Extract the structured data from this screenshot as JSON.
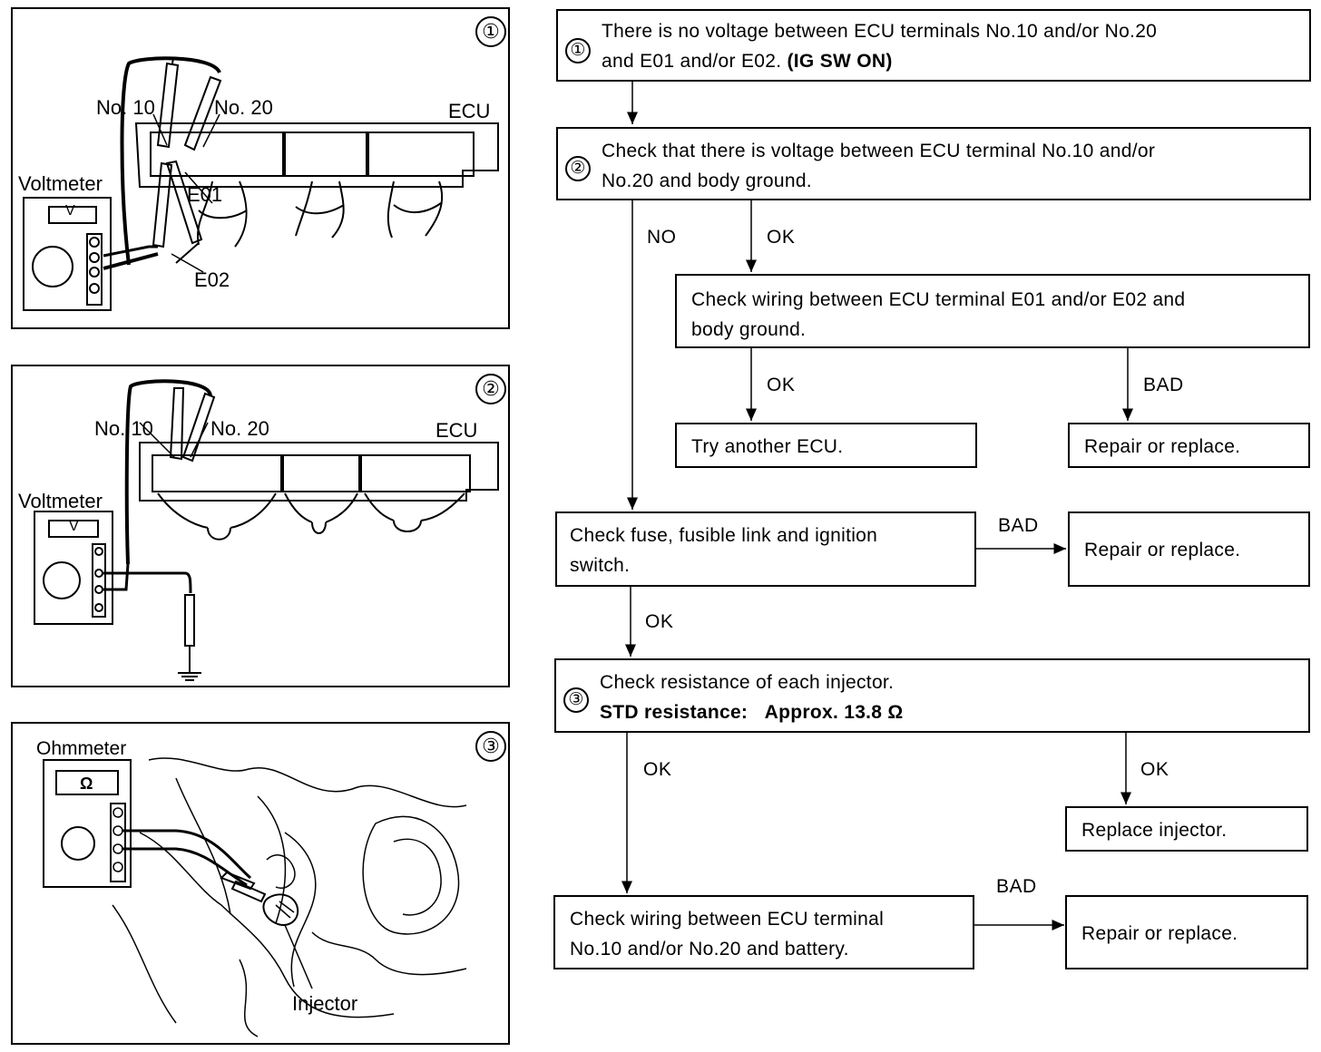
{
  "panels": [
    {
      "num": "①",
      "labels": {
        "no10": "No. 10",
        "no20": "No. 20",
        "ecu": "ECU",
        "meter": "Voltmeter",
        "meter_symbol": "V",
        "e01": "E01",
        "e02": "E02"
      }
    },
    {
      "num": "②",
      "labels": {
        "no10": "No. 10",
        "no20": "No. 20",
        "ecu": "ECU",
        "meter": "Voltmeter",
        "meter_symbol": "V"
      }
    },
    {
      "num": "③",
      "labels": {
        "meter": "Ohmmeter",
        "meter_symbol": "Ω",
        "injector": "Injector"
      }
    }
  ],
  "flow": {
    "box1": {
      "num": "①",
      "line1": "There is no voltage between ECU terminals No.10 and/or No.20",
      "line2": "and E01 and/or E02.",
      "line2_bold": "(IG SW ON)"
    },
    "box2": {
      "num": "②",
      "line1": "Check that there is voltage between ECU terminal No.10 and/or",
      "line2": "No.20 and body ground."
    },
    "box3": {
      "line1": "Check wiring between ECU terminal E01 and/or E02 and",
      "line2": "body ground."
    },
    "box4": {
      "text": "Try another ECU."
    },
    "box5": {
      "text": "Repair or replace."
    },
    "box6": {
      "line1": "Check fuse, fusible link and ignition",
      "line2": "switch."
    },
    "box7": {
      "text": "Repair or replace."
    },
    "box8": {
      "num": "③",
      "line1": "Check resistance of each injector.",
      "std_label": "STD resistance:",
      "std_value": "Approx. 13.8 Ω"
    },
    "box9": {
      "text": "Replace injector."
    },
    "box10": {
      "line1": "Check wiring between ECU terminal",
      "line2": "No.10 and/or No.20 and battery."
    },
    "box11": {
      "text": "Repair or replace."
    },
    "labels": {
      "no_a": "NO",
      "ok_a": "OK",
      "ok_b": "OK",
      "bad_a": "BAD",
      "bad_b": "BAD",
      "ok_c": "OK",
      "ok_d": "OK",
      "ok_e": "OK",
      "bad_c": "BAD"
    }
  }
}
